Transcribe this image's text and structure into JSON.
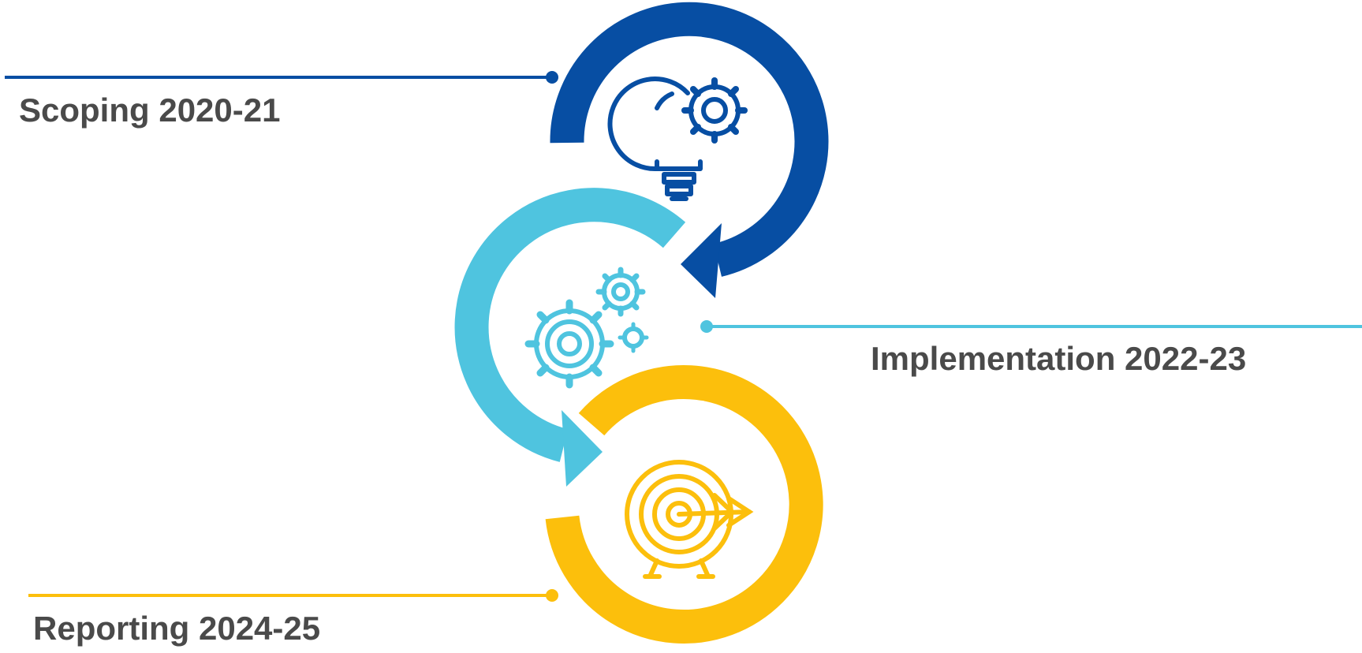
{
  "colors": {
    "scoping": "#074ea3",
    "implementation": "#4fc4df",
    "reporting": "#fcbf0c",
    "label_text": "#4a4a4a"
  },
  "stages": [
    {
      "id": "scoping",
      "label": "Scoping 2020-21",
      "icon": "lightbulb-gears-icon"
    },
    {
      "id": "implementation",
      "label": "Implementation 2022-23",
      "icon": "gears-icon"
    },
    {
      "id": "reporting",
      "label": "Reporting 2024-25",
      "icon": "target-arrow-icon"
    }
  ]
}
